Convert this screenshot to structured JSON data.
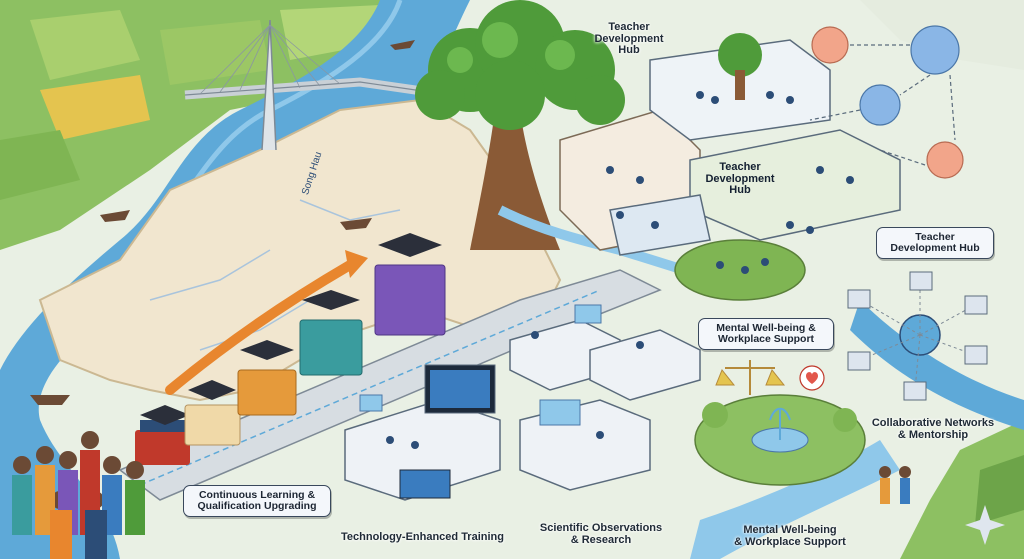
{
  "labels": {
    "river_name": "Song Hau",
    "hub_top": "Teacher\nDevelopment\nHub",
    "hub_center": "Teacher\nDevelopment\nHub",
    "hub_right": "Teacher\nDevelopment Hub",
    "mental_upper": "Mental Well-being &\nWorkplace Support",
    "mental_lower": "Mental Well-being\n& Workplace Support",
    "collaborative": "Collaborative Networks\n& Mentorship",
    "continuous": "Continuous Learning &\nQualification Upgrading",
    "technology": "Technology-Enhanced Training",
    "scientific": "Scientific Observations\n& Research"
  },
  "colors": {
    "river": "#5ea9d8",
    "river_light": "#8fc8ea",
    "field": "#8dc062",
    "field_dark": "#6da449",
    "map": "#f1e6cf",
    "bridge": "#d7dde2",
    "arrow": "#e8862e",
    "cap_purple": "#7a56b8",
    "cap_teal": "#3a9c9e",
    "cap_orange": "#e59a3b",
    "tree": "#4f9b3a"
  }
}
